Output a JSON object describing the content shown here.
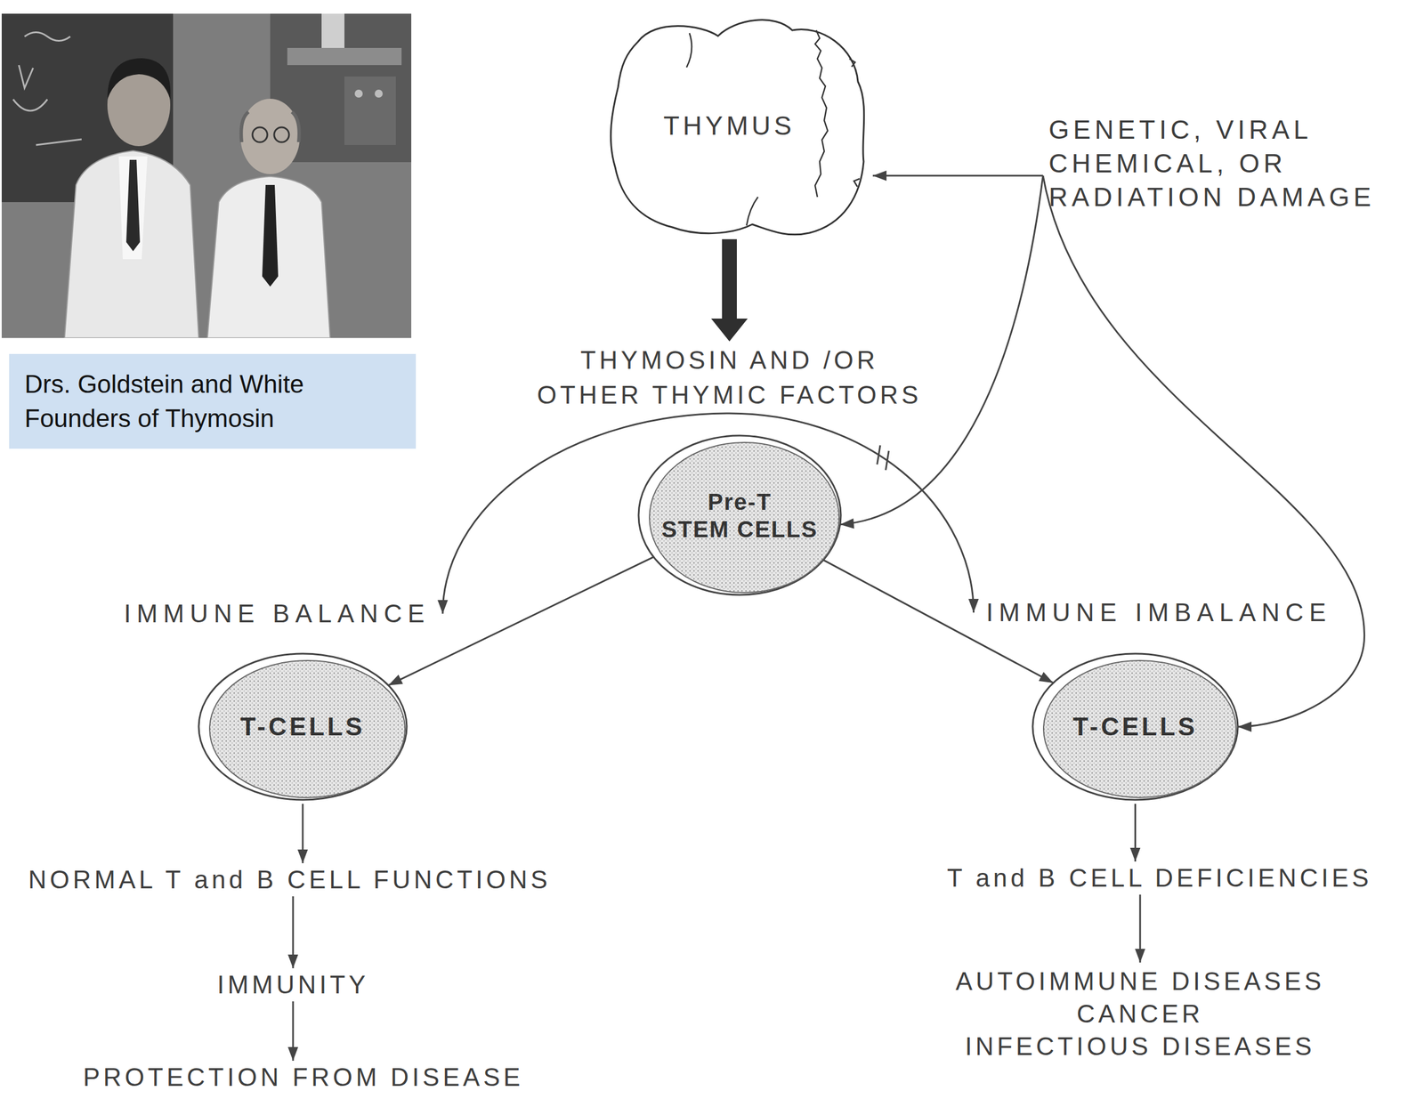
{
  "diagram": {
    "nodes": [
      {
        "text": [
          "Drs. Goldstein and White Founders of Thymosin"
        ]
      },
      {
        "text": [
          "THYMUS"
        ]
      },
      {
        "text": [
          "GENETIC, VIRAL CHEMICAL, OR RADIATION DAMAGE"
        ]
      },
      {
        "text": [
          "THYMOSIN AND /OR OTHER THYMIC FACTORS"
        ]
      },
      {
        "text": [
          "Pre-T",
          "STEM CELLS"
        ]
      },
      {
        "text": [
          "IMMUNE BALANCE"
        ]
      },
      {
        "text": [
          "IMMUNE IMBALANCE"
        ]
      },
      {
        "text": [
          "T-CELLS"
        ]
      },
      {
        "text": [
          "T-CELLS"
        ]
      },
      {
        "text": [
          "NORMAL T and B CELL FUNCTIONS"
        ]
      },
      {
        "text": [
          "IMMUNITY"
        ]
      },
      {
        "text": [
          "PROTECTION FROM DISEASE"
        ]
      },
      {
        "text": [
          "T and B CELL DEFICIENCIES"
        ]
      },
      {
        "text": [
          "AUTOIMMUNE DISEASES",
          "CANCER",
          "INFECTIOUS DISEASES"
        ]
      }
    ],
    "edges": [
      {
        "from": 1,
        "to": 3,
        "arrow": "to"
      },
      {
        "from": 2,
        "to": 1,
        "arrow": "to"
      },
      {
        "from": 2,
        "to": 4,
        "arrow": "to"
      },
      {
        "from": 2,
        "to": 8,
        "arrow": "to"
      },
      {
        "from": 3,
        "to": 5,
        "arrow": "to"
      },
      {
        "from": 3,
        "to": 6,
        "arrow": "to"
      },
      {
        "from": 4,
        "to": 7,
        "arrow": "to"
      },
      {
        "from": 4,
        "to": 8,
        "arrow": "to"
      },
      {
        "from": 7,
        "to": 9,
        "arrow": "to"
      },
      {
        "from": 9,
        "to": 10,
        "arrow": "to"
      },
      {
        "from": 10,
        "to": 11,
        "arrow": "to"
      },
      {
        "from": 8,
        "to": 12,
        "arrow": "to"
      },
      {
        "from": 12,
        "to": 13,
        "arrow": "to"
      }
    ]
  }
}
